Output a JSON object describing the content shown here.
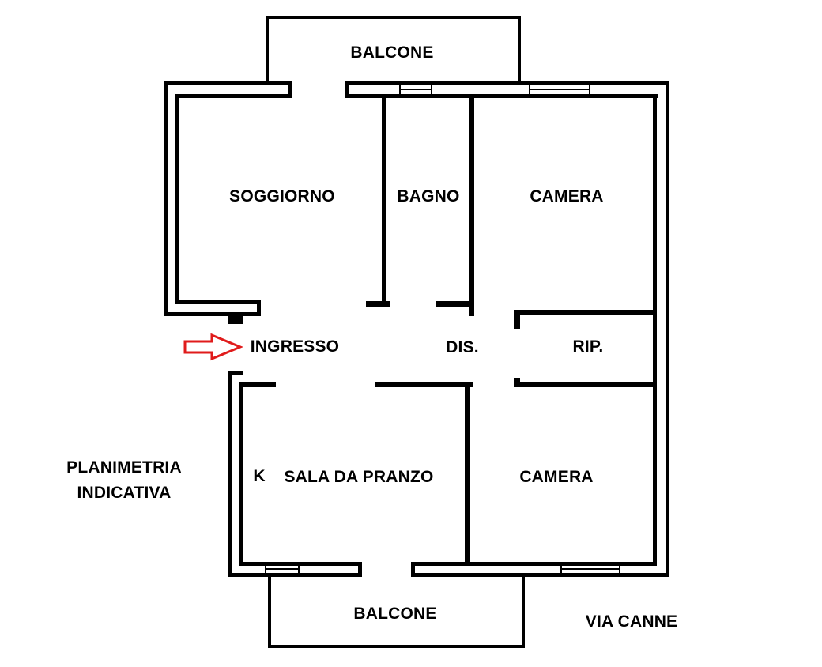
{
  "colors": {
    "wall": "#000000",
    "background": "#ffffff",
    "entrance_arrow": "#e01b1b"
  },
  "rooms": {
    "balcone_top": "BALCONE",
    "soggiorno": "SOGGIORNO",
    "bagno": "BAGNO",
    "camera_top": "CAMERA",
    "ingresso": "INGRESSO",
    "dis": "DIS.",
    "rip": "RIP.",
    "k": "K",
    "sala_da_pranzo": "SALA DA PRANZO",
    "camera_bottom": "CAMERA",
    "balcone_bottom": "BALCONE"
  },
  "notes": {
    "planimetria_line1": "PLANIMETRIA",
    "planimetria_line2": "INDICATIVA",
    "street": "VIA CANNE"
  },
  "icons": {
    "entrance": "arrow-right-outline-icon"
  }
}
